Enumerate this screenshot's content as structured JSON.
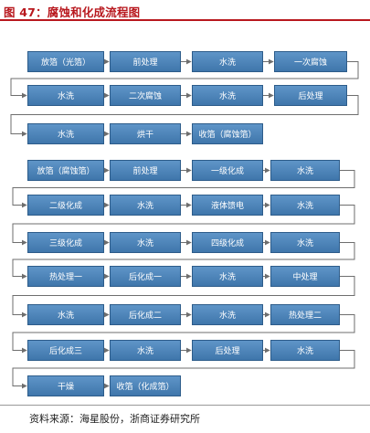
{
  "title": "图 47：腐蚀和化成流程图",
  "source": "资料来源：海星股份，浙商证券研究所",
  "flow_top": {
    "rows": [
      [
        "放箔（光箔）",
        "前处理",
        "水洗",
        "一次腐蚀"
      ],
      [
        "水洗",
        "二次腐蚀",
        "水洗",
        "后处理"
      ],
      [
        "水洗",
        "烘干",
        "收箔（腐蚀箔）"
      ]
    ]
  },
  "flow_bottom": {
    "rows": [
      [
        "放箔（腐蚀箔）",
        "前处理",
        "一级化成",
        "水洗"
      ],
      [
        "二级化成",
        "水洗",
        "液体馈电",
        "水洗"
      ],
      [
        "三级化成",
        "水洗",
        "四级化成",
        "水洗"
      ],
      [
        "热处理一",
        "后化成一",
        "水洗",
        "中处理"
      ],
      [
        "水洗",
        "后化成二",
        "水洗",
        "热处理二"
      ],
      [
        "后化成三",
        "水洗",
        "后处理",
        "水洗"
      ],
      [
        "干燥",
        "收箔（化成箔）"
      ]
    ]
  },
  "colors": {
    "title": "#b8181e",
    "box": "#4a7fb5",
    "arrow": "#6e6e6e"
  }
}
